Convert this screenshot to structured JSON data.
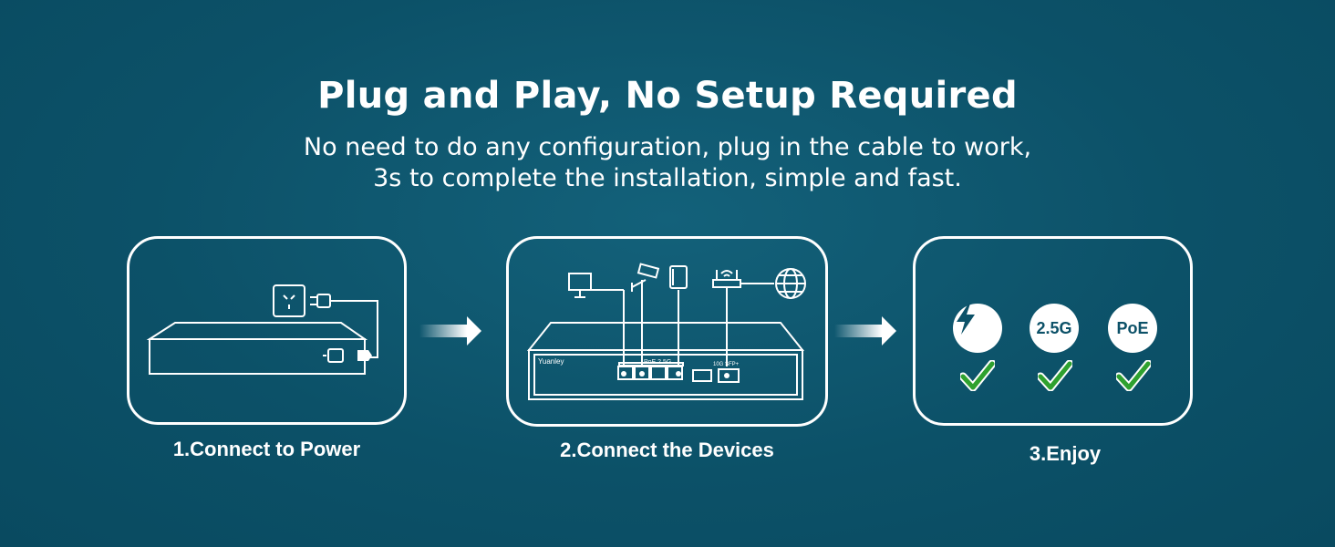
{
  "header": {
    "title": "Plug and Play, No Setup Required",
    "subtitle_line1": "No need to do any configuration, plug in the cable to work,",
    "subtitle_line2": "3s to complete the installation, simple and fast."
  },
  "steps": [
    {
      "label": "1.Connect to Power"
    },
    {
      "label": "2.Connect the Devices"
    },
    {
      "label": "3.Enjoy"
    }
  ],
  "device": {
    "brand": "Yuanley",
    "port_label": "PoE 2.5G",
    "uplink_label": "10G SFP+"
  },
  "features": [
    {
      "icon": "lightning-icon",
      "text": ""
    },
    {
      "icon": "",
      "text": "2.5G"
    },
    {
      "icon": "",
      "text": "PoE"
    }
  ],
  "colors": {
    "background": "#0c5168",
    "accent_check": "#2fa12f",
    "outline": "#ffffff"
  }
}
